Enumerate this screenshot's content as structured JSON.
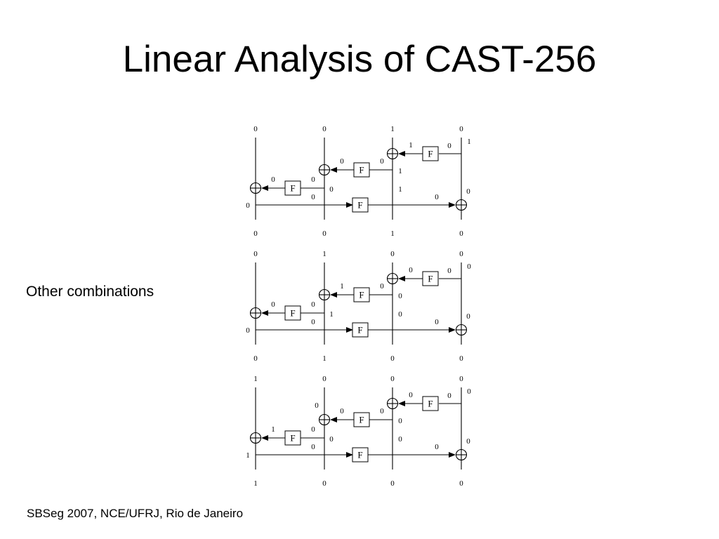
{
  "slide": {
    "title": "Linear Analysis of CAST-256",
    "side_label": "Other combinations",
    "footer": "SBSeg 2007, NCE/UFRJ, Rio de Janeiro"
  },
  "f_label": "F",
  "diagrams": [
    {
      "top": [
        "0",
        "0",
        "1",
        "0"
      ],
      "bottom": [
        "0",
        "0",
        "1",
        "0"
      ],
      "round1": {
        "in": "0",
        "out_up": "1",
        "out_down": "1",
        "to_xor": "1"
      },
      "round2": {
        "in": "0",
        "out_up": "0",
        "out_down": "1",
        "to_xor": "0",
        "above_xor": ""
      },
      "round3": {
        "in": "0",
        "out_up": "0",
        "out_down": "0",
        "to_xor": "0"
      },
      "round4": {
        "left": "0",
        "in": "0",
        "right_in": "0",
        "out": "0"
      }
    },
    {
      "top": [
        "0",
        "1",
        "0",
        "0"
      ],
      "bottom": [
        "0",
        "1",
        "0",
        "0"
      ],
      "round1": {
        "in": "0",
        "out_up": "0",
        "out_down": "0",
        "to_xor": "0"
      },
      "round2": {
        "in": "0",
        "out_up": "0",
        "out_down": "0",
        "to_xor": "1",
        "above_xor": ""
      },
      "round3": {
        "in": "0",
        "out_up": "0",
        "out_down": "1",
        "to_xor": "0"
      },
      "round4": {
        "left": "0",
        "in": "0",
        "right_in": "0",
        "out": "0"
      }
    },
    {
      "top": [
        "1",
        "0",
        "0",
        "0"
      ],
      "bottom": [
        "1",
        "0",
        "0",
        "0"
      ],
      "round1": {
        "in": "0",
        "out_up": "0",
        "out_down": "0",
        "to_xor": "0"
      },
      "round2": {
        "in": "0",
        "out_up": "0",
        "out_down": "0",
        "to_xor": "0",
        "above_xor": "0"
      },
      "round3": {
        "in": "0",
        "out_up": "0",
        "out_down": "0",
        "to_xor": "1"
      },
      "round4": {
        "left": "1",
        "in": "0",
        "right_in": "0",
        "out": "0"
      }
    }
  ]
}
